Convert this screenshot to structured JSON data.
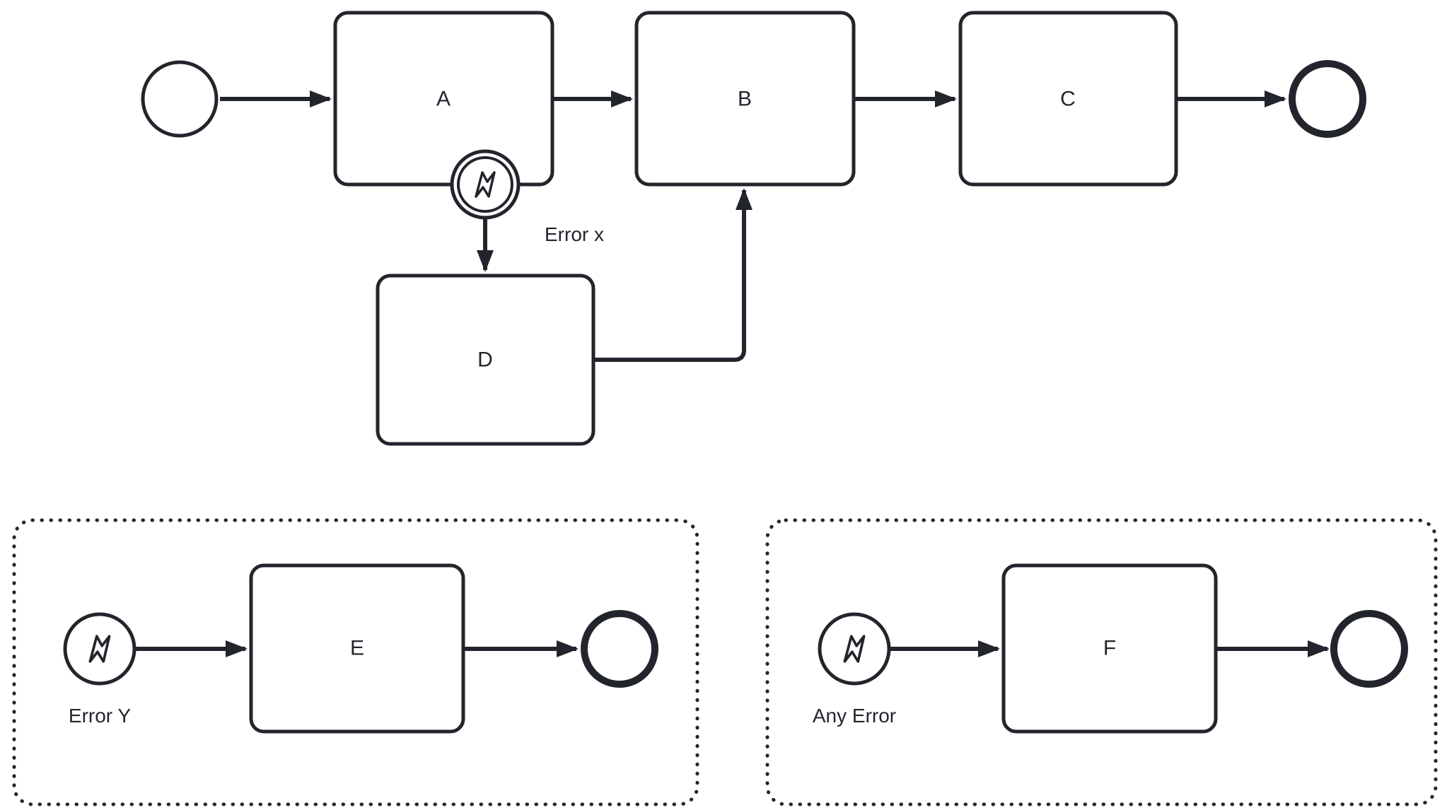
{
  "diagram": {
    "kind": "bpmn-process-diagram",
    "colors": {
      "stroke": "#23252d",
      "background": "#ffffff"
    },
    "nodes": {
      "start_event": {
        "type": "start-event",
        "label": ""
      },
      "task_a": {
        "type": "task",
        "label": "A"
      },
      "task_b": {
        "type": "task",
        "label": "B"
      },
      "task_c": {
        "type": "task",
        "label": "C"
      },
      "task_d": {
        "type": "task",
        "label": "D"
      },
      "end_event_main": {
        "type": "end-event",
        "label": ""
      },
      "boundary_error_event": {
        "type": "error-boundary-event",
        "attached_to": "task_a",
        "label": "Error x",
        "icon": "error-lightning-icon"
      },
      "task_e": {
        "type": "task",
        "label": "E"
      },
      "task_f": {
        "type": "task",
        "label": "F"
      },
      "error_start_y": {
        "type": "error-start-event",
        "label": "Error Y",
        "icon": "error-lightning-icon"
      },
      "end_event_left": {
        "type": "end-event",
        "label": ""
      },
      "error_start_any": {
        "type": "error-start-event",
        "label": "Any Error",
        "icon": "error-lightning-icon"
      },
      "end_event_right": {
        "type": "end-event",
        "label": ""
      }
    },
    "containers": {
      "subprocess_left": {
        "type": "event-subprocess",
        "style": "dotted",
        "contains": [
          "error_start_y",
          "task_e",
          "end_event_left"
        ]
      },
      "subprocess_right": {
        "type": "event-subprocess",
        "style": "dotted",
        "contains": [
          "error_start_any",
          "task_f",
          "end_event_right"
        ]
      }
    },
    "edges": [
      {
        "from": "start_event",
        "to": "task_a"
      },
      {
        "from": "task_a",
        "to": "task_b"
      },
      {
        "from": "task_b",
        "to": "task_c"
      },
      {
        "from": "task_c",
        "to": "end_event_main"
      },
      {
        "from": "boundary_error_event",
        "to": "task_d"
      },
      {
        "from": "task_d",
        "to": "task_b"
      },
      {
        "from": "error_start_y",
        "to": "task_e"
      },
      {
        "from": "task_e",
        "to": "end_event_left"
      },
      {
        "from": "error_start_any",
        "to": "task_f"
      },
      {
        "from": "task_f",
        "to": "end_event_right"
      }
    ]
  }
}
